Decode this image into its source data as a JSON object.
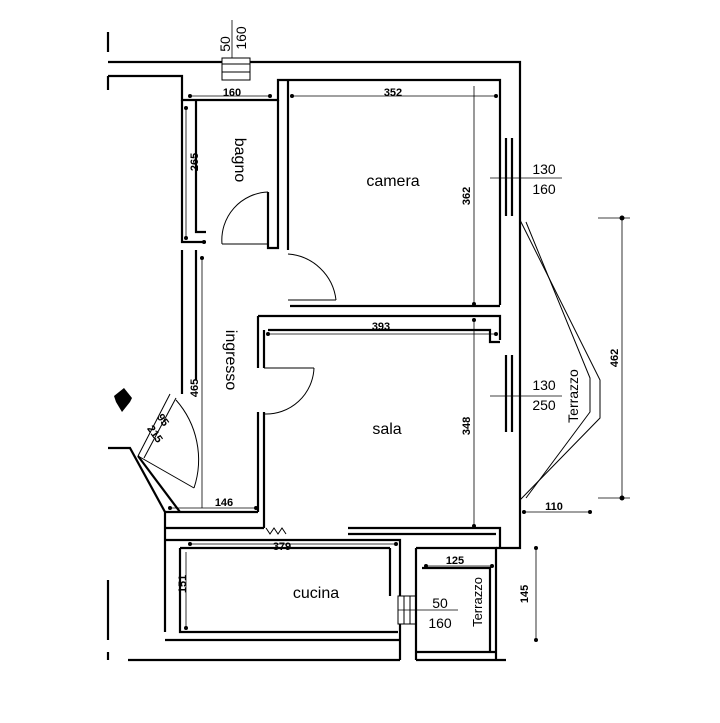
{
  "rooms": {
    "camera": "camera",
    "bagno": "bagno",
    "ingresso": "ingresso",
    "sala": "sala",
    "cucina": "cucina",
    "terrazzo_large": "Terrazzo",
    "terrazzo_small": "Terrazzo"
  },
  "dimensions": {
    "camera_width": "352",
    "camera_height": "362",
    "bagno_width": "160",
    "bagno_height": "265",
    "sala_width": "393",
    "sala_height": "348",
    "ingresso_height": "465",
    "ingresso_width": "146",
    "cucina_width": "379",
    "cucina_height": "151",
    "terrazzo_large_height": "462",
    "terrazzo_large_width": "110",
    "terrazzo_small_width": "125",
    "terrazzo_small_height": "145",
    "entry_door_width": "95",
    "entry_door_height": "215"
  },
  "windows": {
    "bagno_top": {
      "width": "50",
      "height": "160"
    },
    "camera": {
      "width": "130",
      "height": "160"
    },
    "sala": {
      "width": "130",
      "height": "250"
    },
    "cucina": {
      "width": "50",
      "height": "160"
    }
  }
}
